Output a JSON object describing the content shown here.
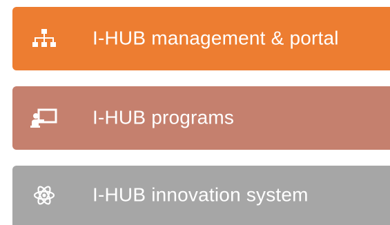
{
  "menu": {
    "items": [
      {
        "label": "I-HUB management & portal",
        "icon": "org-chart-icon",
        "color": "#ED7D31"
      },
      {
        "label": "I-HUB programs",
        "icon": "presentation-icon",
        "color": "#C5806E"
      },
      {
        "label": "I-HUB innovation system",
        "icon": "atom-icon",
        "color": "#A6A6A6"
      }
    ]
  }
}
